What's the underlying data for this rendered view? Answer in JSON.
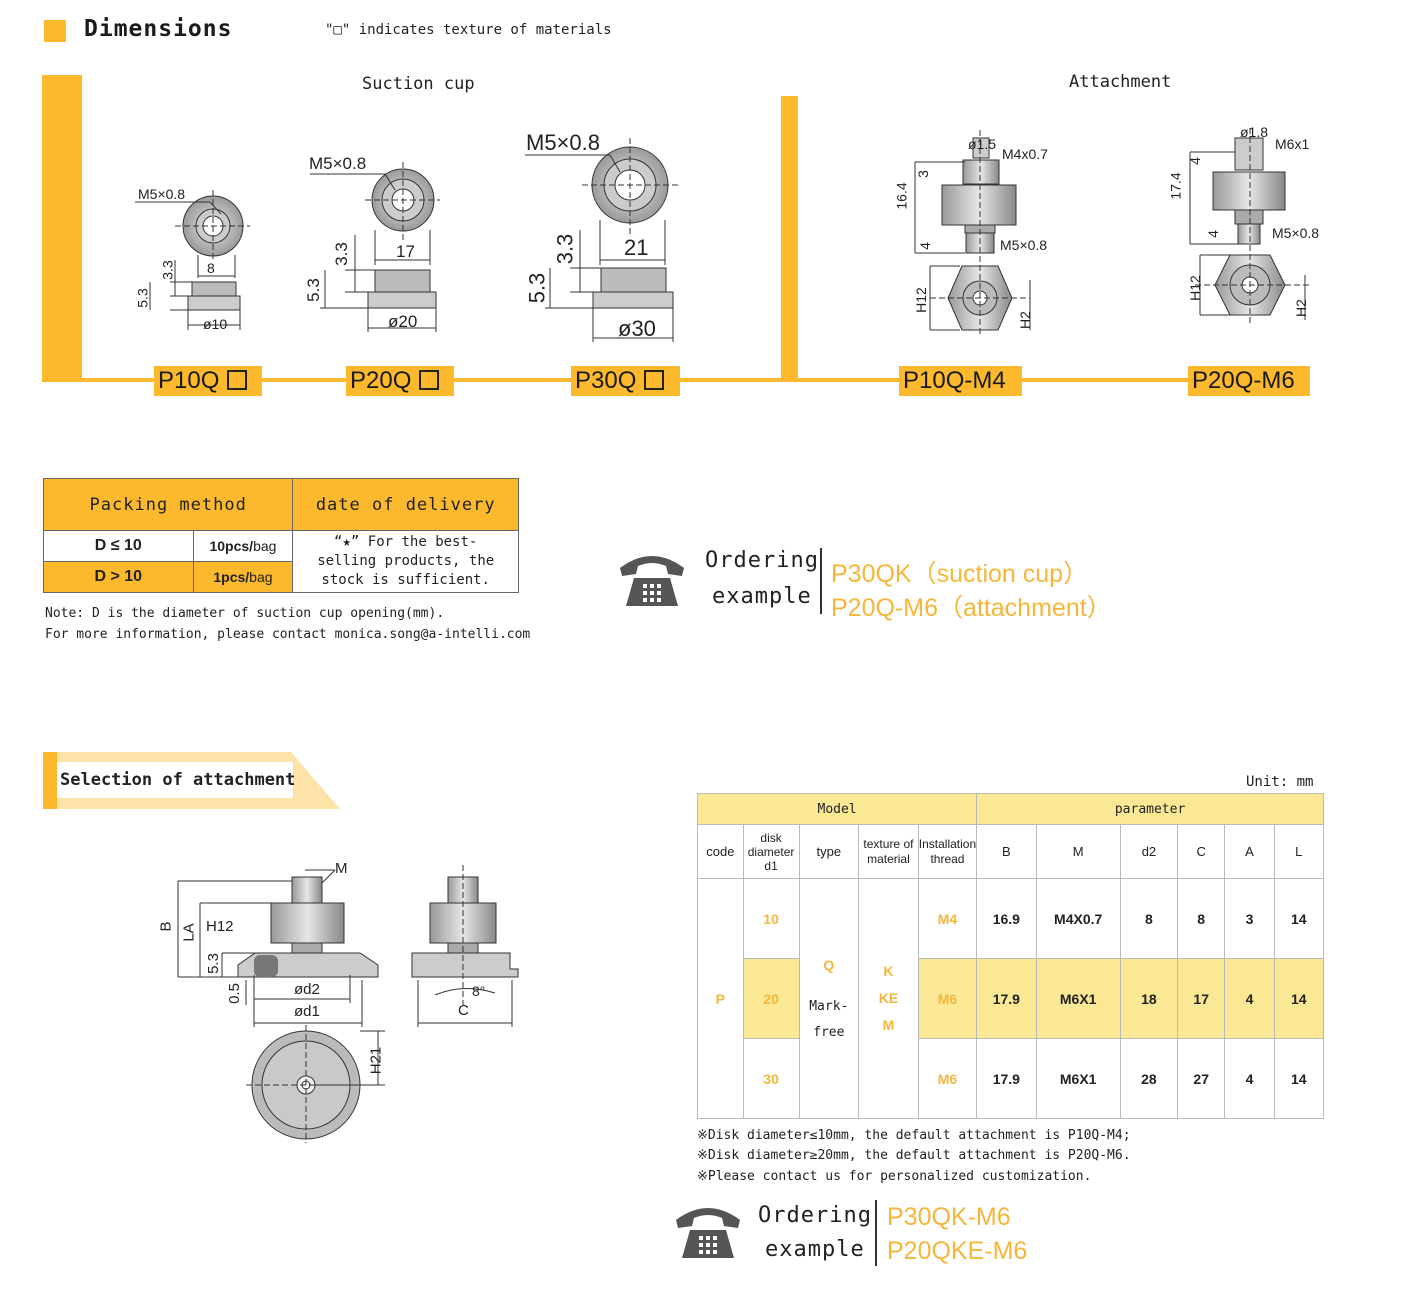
{
  "header": {
    "title": "Dimensions",
    "note": "\"□\" indicates texture of materials"
  },
  "section_labels": {
    "suction_cup": "Suction cup",
    "attachment": "Attachment"
  },
  "models": {
    "p10q": "P10Q",
    "p20q": "P20Q",
    "p30q": "P30Q",
    "p10q_m4": "P10Q-M4",
    "p20q_m6": "P20Q-M6"
  },
  "drawing_labels": {
    "p10q": {
      "thread": "M5×0.8",
      "width": "8",
      "h1": "3.3",
      "h2": "5.3",
      "dia": "ø10"
    },
    "p20q": {
      "thread": "M5×0.8",
      "width": "17",
      "h1": "3.3",
      "h2": "5.3",
      "dia": "ø20"
    },
    "p30q": {
      "thread": "M5×0.8",
      "width": "21",
      "h1": "3.3",
      "h2": "5.3",
      "dia": "ø30"
    },
    "p10q_m4": {
      "hole": "ø1.5",
      "thread_top": "M4x0.7",
      "height": "16.4",
      "top": "3",
      "bottom": "4",
      "thread_bottom": "M5×0.8",
      "h12": "H12",
      "h2": "H2"
    },
    "p20q_m6": {
      "hole": "ø1.8",
      "thread_top": "M6x1",
      "height": "17.4",
      "top": "4",
      "bottom": "4",
      "thread_bottom": "M5×0.8",
      "h12": "H12",
      "h2": "H2"
    }
  },
  "packing": {
    "col1": "Packing method",
    "col2": "date of delivery",
    "rows": [
      {
        "cond": "D ≤ 10",
        "qty": "10pcs/",
        "unit": "bag"
      },
      {
        "cond": "D > 10",
        "qty": "1pcs/",
        "unit": "bag"
      }
    ],
    "delivery_text": "“★” For the best-selling products, the stock is sufficient."
  },
  "notes": {
    "line1": "Note: D is the diameter of suction cup opening(mm).",
    "line2": "For more information, please contact monica.song@a-intelli.com"
  },
  "ordering1": {
    "label_line1": "Ordering",
    "label_line2": "example",
    "value1": "P30QK（suction cup）",
    "value2": "P20Q-M6（attachment）"
  },
  "selection": {
    "title": "Selection of attachment",
    "drawing_labels": {
      "m": "M",
      "b": "B",
      "la": "LA",
      "h12": "H12",
      "h53": "5.3",
      "h05": "0.5",
      "d2": "ød2",
      "d1": "ød1",
      "c": "C",
      "angle": "8°",
      "h21": "H21"
    }
  },
  "param_table": {
    "unit": "Unit: mm",
    "group_model": "Model",
    "group_param": "parameter",
    "headers": [
      "code",
      "disk diameter d1",
      "type",
      "texture of material",
      "Installation thread",
      "B",
      "M",
      "d2",
      "C",
      "A",
      "L"
    ],
    "code": "P",
    "type_lines": [
      "Q",
      "Mark-",
      "free"
    ],
    "texture_lines": [
      "K",
      "KE",
      "M"
    ],
    "rows": [
      {
        "d1": "10",
        "thread": "M4",
        "B": "16.9",
        "M": "M4X0.7",
        "d2": "8",
        "C": "8",
        "A": "3",
        "L": "14"
      },
      {
        "d1": "20",
        "thread": "M6",
        "B": "17.9",
        "M": "M6X1",
        "d2": "18",
        "C": "17",
        "A": "4",
        "L": "14"
      },
      {
        "d1": "30",
        "thread": "M6",
        "B": "17.9",
        "M": "M6X1",
        "d2": "28",
        "C": "27",
        "A": "4",
        "L": "14"
      }
    ],
    "footnotes": [
      "※Disk diameter≤10mm, the default attachment is P10Q-M4;",
      "※Disk diameter≥20mm, the default attachment is P20Q-M6.",
      "※Please contact us for personalized customization."
    ]
  },
  "ordering2": {
    "label_line1": "Ordering",
    "label_line2": "example",
    "value1": "P30QK-M6",
    "value2": "P20QKE-M6"
  },
  "colors": {
    "accent": "#fdb92d",
    "accent_text": "#f5b63a",
    "table_header": "#fbe895"
  }
}
